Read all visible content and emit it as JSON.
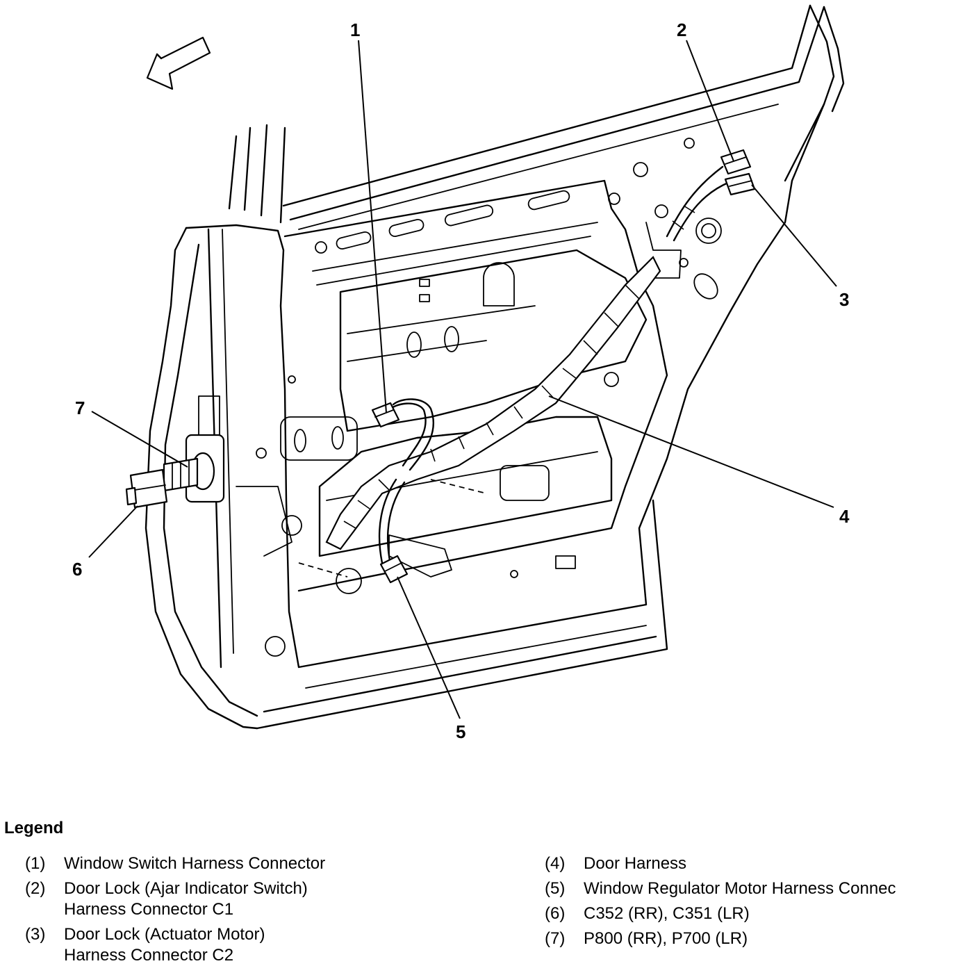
{
  "diagram": {
    "callouts": [
      "1",
      "2",
      "3",
      "4",
      "5",
      "6",
      "7"
    ]
  },
  "legend": {
    "title": "Legend",
    "entries": [
      {
        "num": "(1)",
        "text": "Window Switch Harness Connector"
      },
      {
        "num": "(2)",
        "text": "Door Lock (Ajar Indicator Switch)\nHarness Connector C1"
      },
      {
        "num": "(3)",
        "text": "Door Lock (Actuator Motor)\nHarness Connector C2"
      },
      {
        "num": "(4)",
        "text": "Door Harness"
      },
      {
        "num": "(5)",
        "text": "Window Regulator Motor Harness Connec"
      },
      {
        "num": "(6)",
        "text": "C352 (RR), C351 (LR)"
      },
      {
        "num": "(7)",
        "text": "P800 (RR), P700 (LR)"
      }
    ]
  }
}
